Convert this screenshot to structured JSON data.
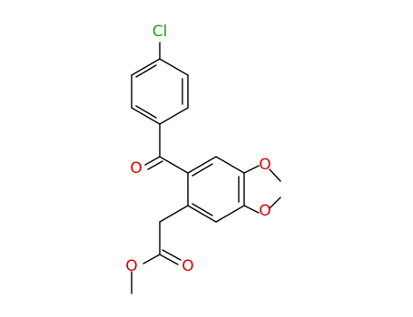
{
  "molecule": {
    "atoms": {
      "chlorine": {
        "text": "Cl",
        "color": "#1f9d1f"
      },
      "ketone_oxygen": {
        "text": "O",
        "color": "#e00000"
      },
      "dioxole_oxygen_top": {
        "text": "O",
        "color": "#e00000"
      },
      "dioxole_oxygen_bottom": {
        "text": "O",
        "color": "#e00000"
      },
      "ester_carbonyl_oxygen": {
        "text": "O",
        "color": "#e00000"
      },
      "ester_ether_oxygen": {
        "text": "O",
        "color": "#e00000"
      }
    },
    "bond_color": "#000000",
    "background": "#ffffff"
  }
}
